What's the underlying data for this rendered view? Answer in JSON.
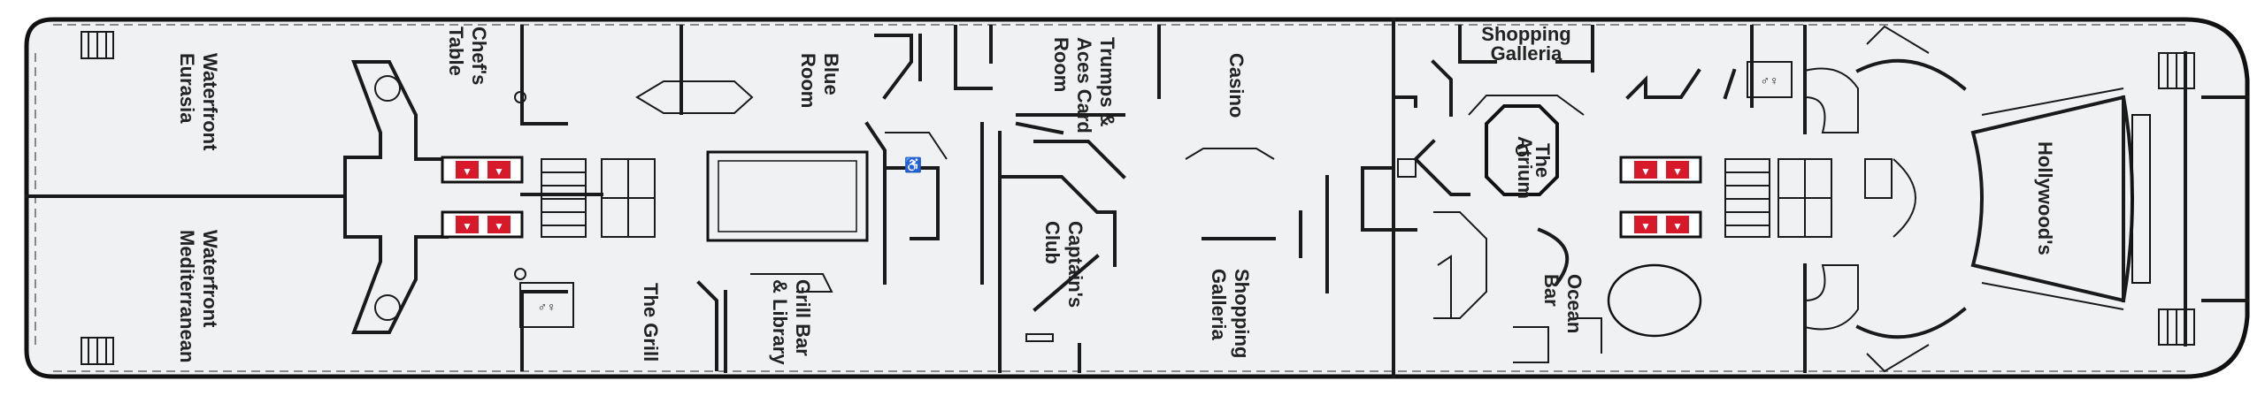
{
  "deck_plan": {
    "rooms": [
      {
        "id": "waterfront-eurasia",
        "label": [
          "Waterfront",
          "Eurasia"
        ]
      },
      {
        "id": "waterfront-mediterranean",
        "label": [
          "Waterfront",
          "Mediterranean"
        ]
      },
      {
        "id": "chefs-table",
        "label": [
          "Chef's",
          "Table"
        ]
      },
      {
        "id": "the-grill",
        "label": [
          "The Grill"
        ]
      },
      {
        "id": "blue-room",
        "label": [
          "Blue",
          "Room"
        ]
      },
      {
        "id": "grill-bar-library",
        "label": [
          "Grill Bar",
          "& Library"
        ]
      },
      {
        "id": "trumps-aces-card-room",
        "label": [
          "Trumps &",
          "Aces Card",
          "Room"
        ]
      },
      {
        "id": "captains-club",
        "label": [
          "Captain's",
          "Club"
        ]
      },
      {
        "id": "casino",
        "label": [
          "Casino"
        ]
      },
      {
        "id": "shopping-galleria-bottom",
        "label": [
          "Shopping",
          "Galleria"
        ]
      },
      {
        "id": "shopping-galleria-top",
        "label": [
          "Shopping",
          "Galleria"
        ]
      },
      {
        "id": "the-atrium",
        "label": [
          "The",
          "Atrium"
        ]
      },
      {
        "id": "ocean-bar",
        "label": [
          "Ocean",
          "Bar"
        ]
      },
      {
        "id": "hollywoods",
        "label": [
          "Hollywood's"
        ]
      }
    ],
    "elevator_symbol": "▼",
    "restroom_symbol": "♂♀",
    "accessible_symbol": "♿",
    "colors": {
      "floor": "#f0f1f2",
      "wall": "#1a1a1a",
      "elevator": "#d7192a",
      "text": "#222222"
    }
  }
}
